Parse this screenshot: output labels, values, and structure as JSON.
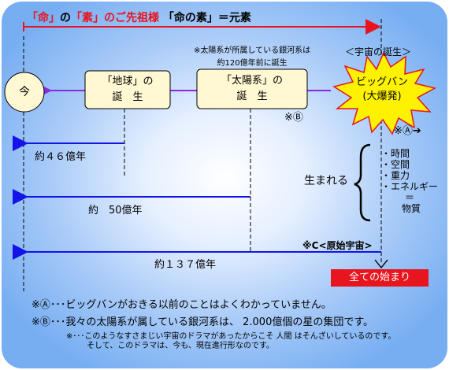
{
  "title": {
    "part1": "「命」",
    "part2": "の",
    "part3": "「素」",
    "part4": "のご先祖様",
    "part5": "「命の素」＝元素"
  },
  "note_top": {
    "line1": "※太陽系が所属している銀河系は",
    "line2": "約120億年前に誕生"
  },
  "big_bang_heading": "＜宇宙の誕生＞",
  "now": "今",
  "earth": {
    "line1": "「地球」の",
    "line2": "誕　生"
  },
  "sun": {
    "line1": "「太陽系」の",
    "line2": "誕　生"
  },
  "big_bang": {
    "line1": "ビッグバン",
    "line2": "(大爆発)"
  },
  "badge_b": "※Ⓑ",
  "badge_a": "※Ⓐ➔",
  "ages": {
    "a46": "約４６億年",
    "a50": "約　50億年",
    "a137": "約１３７億年"
  },
  "born": "生まれる",
  "born_list": {
    "i1": "・時間",
    "i2": "・空間",
    "i3": "・重力",
    "i4": "・エネルギー",
    "eq": "＝",
    "matter": "物質"
  },
  "c_proto": "※C<原始宇宙>",
  "start": "全ての始まり",
  "notes": {
    "a": "※Ⓐ･･･ビッグバンがおきる以前のことはよくわかっていません。",
    "b": "※Ⓑ･･･我々の太陽系が属している銀河系は、 2.000億個の星の集団です。",
    "c1": "※･･･このようなすさまじい宇宙のドラマがあったからこそ 人間 はそんざいしているのです。",
    "c2": "そして、このドラマは、今も、現在進行形なのです。"
  },
  "colors": {
    "red": "#e8141e",
    "blue": "#1414e6",
    "purple": "#8a2be2",
    "cream": "#fff8d2",
    "burst": "#fff200"
  }
}
